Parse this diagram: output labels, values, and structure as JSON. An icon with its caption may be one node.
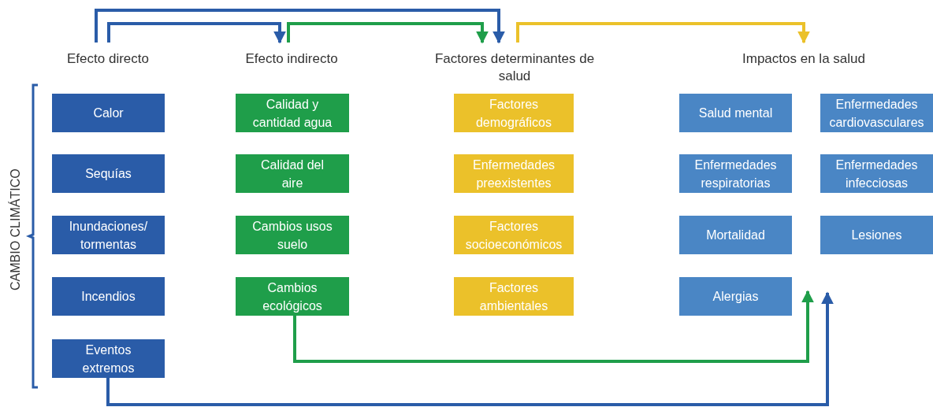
{
  "diagram": {
    "nodes": [
      {
        "text": [
          "Efecto directo"
        ]
      },
      {
        "text": [
          "Efecto indirecto"
        ]
      },
      {
        "text": [
          "Factores determinantes de salud"
        ]
      },
      {
        "text": [
          "Impactos en la salud"
        ]
      },
      {
        "text": [
          "Calor"
        ]
      },
      {
        "text": [
          "Sequías"
        ]
      },
      {
        "text": [
          "Inundaciones/ tormentas"
        ]
      },
      {
        "text": [
          "Incendios"
        ]
      },
      {
        "text": [
          "Eventos extremos"
        ]
      },
      {
        "text": [
          "Calidad y cantidad agua"
        ]
      },
      {
        "text": [
          "Calidad del aire"
        ]
      },
      {
        "text": [
          "Cambios usos suelo"
        ]
      },
      {
        "text": [
          "Cambios ecológicos"
        ]
      },
      {
        "text": [
          "Factores demográficos"
        ]
      },
      {
        "text": [
          "Enfermedades preexistentes"
        ]
      },
      {
        "text": [
          "Factores socioeconómicos"
        ]
      },
      {
        "text": [
          "Factores ambientales"
        ]
      },
      {
        "text": [
          "Salud mental"
        ]
      },
      {
        "text": [
          "Enfermedades cardiovasculares"
        ]
      },
      {
        "text": [
          "Enfermedades respiratorias"
        ]
      },
      {
        "text": [
          "Enfermedades infecciosas"
        ]
      },
      {
        "text": [
          "Mortalidad"
        ]
      },
      {
        "text": [
          "Lesiones"
        ]
      },
      {
        "text": [
          "Alergias"
        ]
      }
    ],
    "edges": [
      {
        "from": 0,
        "to": 1,
        "arrow": "to"
      },
      {
        "from": 0,
        "to": 2,
        "arrow": "to"
      },
      {
        "from": 1,
        "to": 2,
        "arrow": "to",
        "color": "#1f9e4a"
      },
      {
        "from": 2,
        "to": 3,
        "arrow": "to",
        "color": "#ebc12a"
      },
      {
        "from": 12,
        "to": 23,
        "arrow": "to",
        "color": "#1f9e4a"
      },
      {
        "from": 8,
        "to": null,
        "arrow": "to"
      }
    ],
    "labels": [
      "CAMBIO CLIMÁTICO"
    ]
  }
}
